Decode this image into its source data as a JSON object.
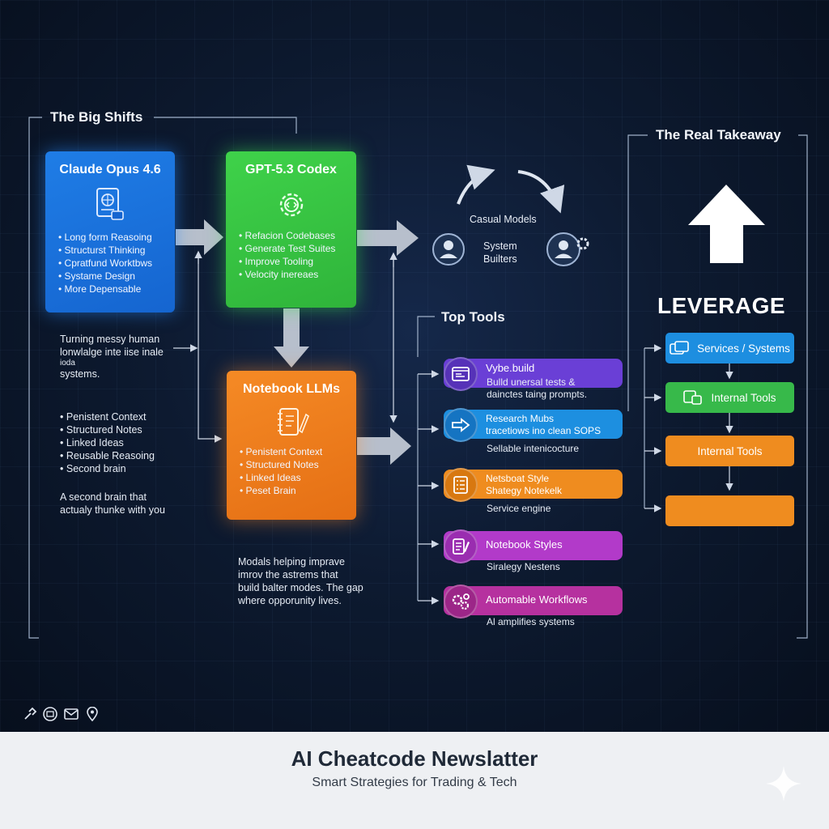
{
  "sections": {
    "big_shifts": "The Big Shifts",
    "top_tools": "Top Tools",
    "real_takeaway": "The Real Takeaway"
  },
  "cards": {
    "claude": {
      "title": "Claude Opus 4.6",
      "icon": "document-brain-icon",
      "items": [
        "Long form Reasoing",
        "Structurst Thinking",
        "Cpratfund Worktbws",
        "Systame Design",
        "More Depensable"
      ]
    },
    "gpt": {
      "title": "GPT-5.3 Codex",
      "icon": "gear-code-icon",
      "items": [
        "Refacion Codebases",
        "Generate Test Suites",
        "Improve Tooling",
        "Velocity inereaes"
      ]
    },
    "notebook": {
      "title": "Notebook LLMs",
      "icon": "notebook-pen-icon",
      "items": [
        "Penistent Context",
        "Structured Notes",
        "Linked Ideas",
        "Peset Brain"
      ]
    }
  },
  "left_notes": {
    "turning": [
      "Turning messy human",
      "lonwlalge inte iise inale",
      "ioda",
      "systems."
    ],
    "bullets": [
      "Penistent Context",
      "Structured Notes",
      "Linked Ideas",
      "Reusable Reasoing",
      "Second brain"
    ],
    "second_brain": [
      "A second brain that",
      "actualy thunke with you"
    ]
  },
  "center_note": [
    "Modals helping imprave",
    "imrov the astrems that",
    "build balter modes. The gap",
    "where opporunity lives."
  ],
  "cycle": {
    "casual_models": "Casual Models",
    "system_builders": [
      "System",
      "Builters"
    ]
  },
  "tools": [
    {
      "title": "Vybe.build",
      "subtitle": [
        "Bulld unersal tests &",
        "dainctes taing prompts."
      ],
      "color": "#6a3fd6",
      "icon": "browser-window-icon"
    },
    {
      "title": "Research Mubs",
      "title2": "tracetiows ino clean SOPS",
      "subtitle": [
        "Sellable intenicocture"
      ],
      "color": "#1d8fe0",
      "icon": "arrow-right-icon"
    },
    {
      "title": "Netsboat Style",
      "title2": "Shategy Notekelk",
      "subtitle": [
        "Service engine"
      ],
      "color": "#ef8c1f",
      "icon": "list-document-icon"
    },
    {
      "title": "Notebook Styles",
      "subtitle": [
        "Siralegy Nestens"
      ],
      "color": "#b23ac9",
      "icon": "notepad-pen-icon"
    },
    {
      "title": "Automable Workflows",
      "subtitle": [
        "Al amplifies systems"
      ],
      "color": "#b6319f",
      "icon": "gears-icon"
    }
  ],
  "leverage": {
    "title": "LEVERAGE",
    "boxes": [
      {
        "label": "Services / Systems",
        "color": "#1d8ee0",
        "icon": "cards-icon"
      },
      {
        "label": "Internal Tools",
        "color": "#37b94a",
        "icon": "chip-icon"
      },
      {
        "label": "Internal Tools",
        "color": "#ef8c1f"
      },
      {
        "label": "",
        "color": "#ef8c1f"
      }
    ]
  },
  "footer": {
    "title": "AI Cheatcode Newslatter",
    "subtitle": "Smart Strategies for Trading & Tech"
  },
  "social_icons": [
    "link-icon",
    "newsletter-icon",
    "mail-icon",
    "location-icon"
  ],
  "colors": {
    "blue": "#1f7de6",
    "green": "#3fd24a",
    "orange": "#f58a25",
    "purple": "#6a3fd6",
    "magenta": "#b6319f",
    "background": "#0d1a30"
  }
}
